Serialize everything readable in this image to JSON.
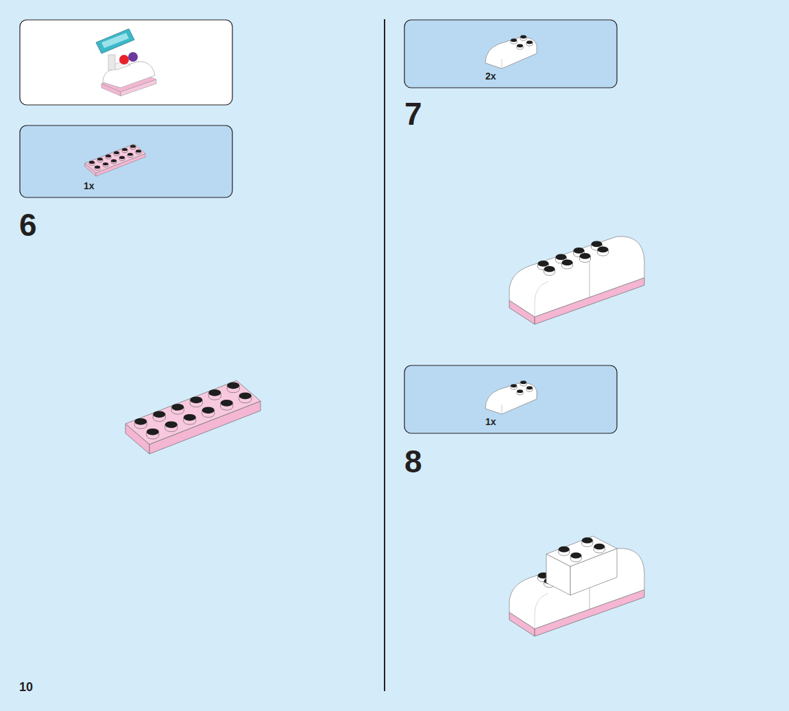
{
  "diagram": {
    "nodes": [
      {
        "text": [
          "1x"
        ]
      },
      {
        "text": [
          "2x"
        ]
      },
      {
        "text": [
          "1x"
        ]
      }
    ],
    "labels": [
      "6",
      "7",
      "8",
      "10"
    ]
  }
}
